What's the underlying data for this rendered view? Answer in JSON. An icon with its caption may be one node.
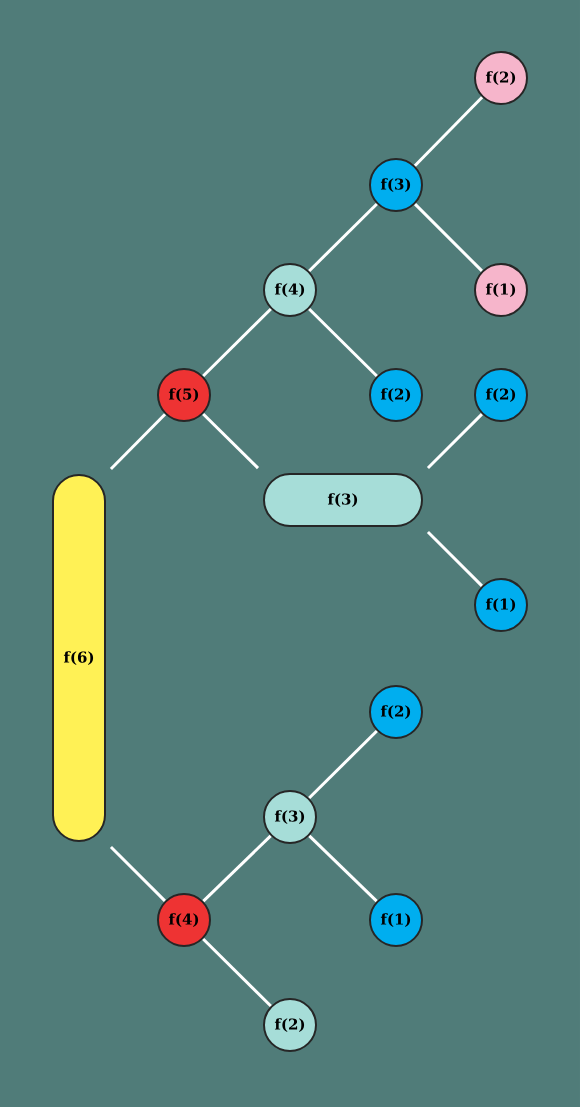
{
  "diagram": {
    "nodes": [
      {
        "text": [
          "f(6)"
        ]
      },
      {
        "text": [
          "f(5)"
        ]
      },
      {
        "text": [
          "f(4)"
        ]
      },
      {
        "text": [
          "f(3)"
        ]
      },
      {
        "text": [
          "f(2)"
        ]
      },
      {
        "text": [
          "f(1)"
        ]
      },
      {
        "text": [
          "f(2)"
        ]
      },
      {
        "text": [
          "f(3)"
        ]
      },
      {
        "text": [
          "f(2)"
        ]
      },
      {
        "text": [
          "f(1)"
        ]
      },
      {
        "text": [
          "f(4)"
        ]
      },
      {
        "text": [
          "f(3)"
        ]
      },
      {
        "text": [
          "f(2)"
        ]
      },
      {
        "text": [
          "f(1)"
        ]
      },
      {
        "text": [
          "f(2)"
        ]
      }
    ],
    "edges": [
      {
        "from": 0,
        "to": 1,
        "arrow": "none"
      },
      {
        "from": 1,
        "to": 2,
        "arrow": "none"
      },
      {
        "from": 2,
        "to": 3,
        "arrow": "none"
      },
      {
        "from": 3,
        "to": 4,
        "arrow": "none"
      },
      {
        "from": 3,
        "to": 5,
        "arrow": "none"
      },
      {
        "from": 2,
        "to": 6,
        "arrow": "none"
      },
      {
        "from": 1,
        "to": 7,
        "arrow": "none"
      },
      {
        "from": 7,
        "to": 8,
        "arrow": "none"
      },
      {
        "from": 7,
        "to": 9,
        "arrow": "none"
      },
      {
        "from": 0,
        "to": 10,
        "arrow": "none"
      },
      {
        "from": 10,
        "to": 11,
        "arrow": "none"
      },
      {
        "from": 11,
        "to": 12,
        "arrow": "none"
      },
      {
        "from": 11,
        "to": 13,
        "arrow": "none"
      },
      {
        "from": 10,
        "to": 14,
        "arrow": "none"
      }
    ]
  }
}
